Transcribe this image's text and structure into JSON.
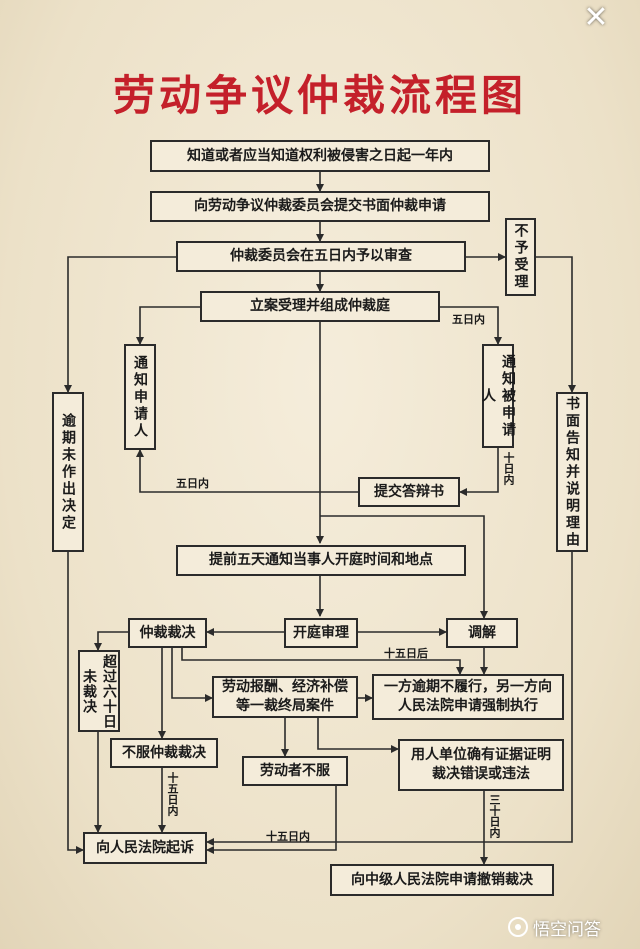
{
  "title": "劳动争议仲裁流程图",
  "close_symbol": "✕",
  "boxes": {
    "know_infringement": "知道或者应当知道权利被侵害之日起一年内",
    "submit_application": "向劳动争议仲裁委员会提交书面仲裁申请",
    "review_five_days": "仲裁委员会在五日内予以审查",
    "not_accepted": "不予受理",
    "file_case": "立案受理并组成仲裁庭",
    "notify_applicant": "通知申请人",
    "notify_respondent": "通知被申请人",
    "overdue_no_decision": "逾期未作出决定",
    "written_notice": "书面告知并说明理由",
    "submit_defense": "提交答辩书",
    "notify_hearing": "提前五天通知当事人开庭时间和地点",
    "arbitration_award": "仲裁裁决",
    "hearing": "开庭审理",
    "mediation": "调解",
    "over_sixty_days": "超过六十日未裁决",
    "final_award_cases": "劳动报酬、经济补偿等一裁终局案件",
    "party_overdue": "一方逾期不履行，另一方向人民法院申请强制执行",
    "disagree_award": "不服仲裁裁决",
    "worker_disagree": "劳动者不服",
    "employer_evidence": "用人单位确有证据证明裁决错误或违法",
    "sue_in_court": "向人民法院起诉",
    "apply_revoke": "向中级人民法院申请撤销裁决"
  },
  "labels": {
    "five_days_right": "五日内",
    "five_days_left": "五日内",
    "ten_days": "十日内",
    "fifteen_days_after": "十五日后",
    "fifteen_days_vertical": "十五日内",
    "fifteen_days_bottom": "十五日内",
    "thirty_days": "三十日内"
  },
  "watermark": "悟空问答",
  "colors": {
    "title": "#c4202a",
    "line": "#2b2b2b",
    "box_bg": "#f4ecda"
  }
}
